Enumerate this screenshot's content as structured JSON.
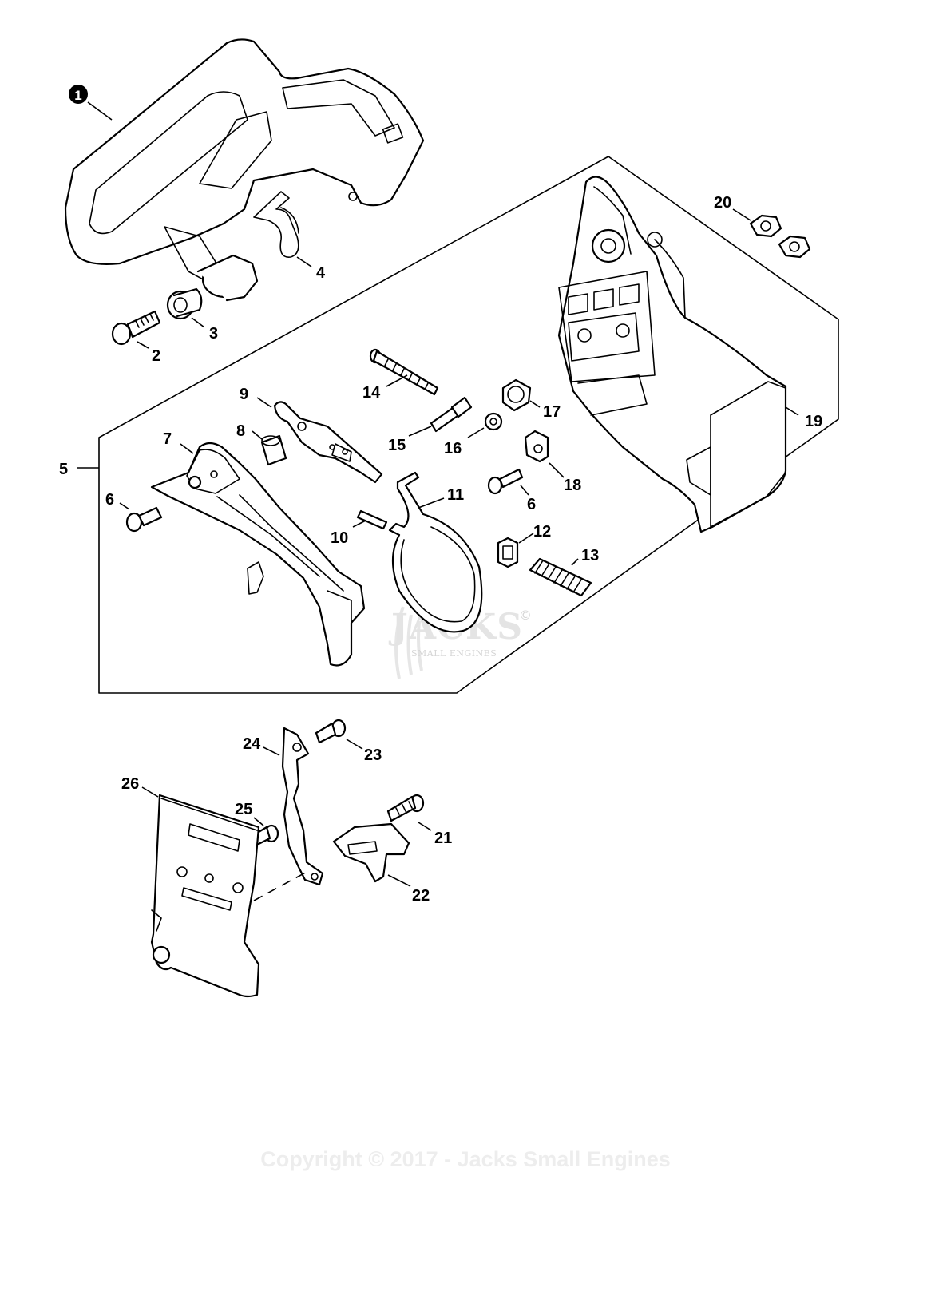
{
  "diagram": {
    "labels": {
      "p1": "1",
      "p2": "2",
      "p3": "3",
      "p4": "4",
      "p5": "5",
      "p6a": "6",
      "p6b": "6",
      "p7": "7",
      "p8": "8",
      "p9": "9",
      "p10": "10",
      "p11": "11",
      "p12": "12",
      "p13": "13",
      "p14": "14",
      "p15": "15",
      "p16": "16",
      "p17": "17",
      "p18": "18",
      "p19": "19",
      "p20": "20",
      "p21": "21",
      "p22": "22",
      "p23": "23",
      "p24": "24",
      "p25": "25",
      "p26": "26"
    },
    "watermark": {
      "mark": "JACKS",
      "subtitle": "SMALL ENGINES",
      "symbol": "©"
    },
    "copyright": "Copyright © 2017 - Jacks Small Engines"
  }
}
